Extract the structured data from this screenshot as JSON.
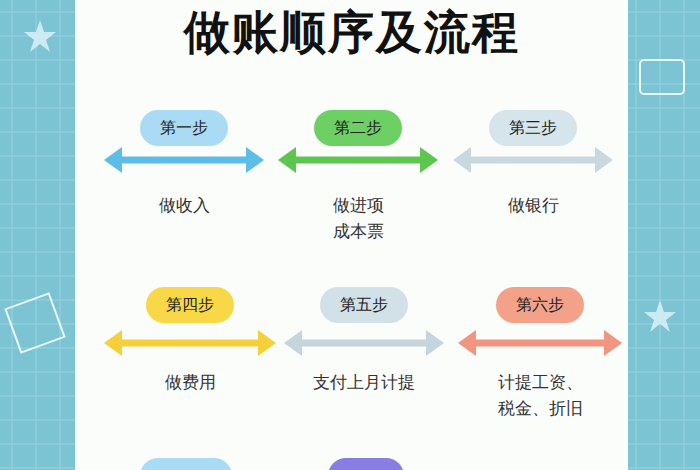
{
  "diagram": {
    "title": "做账顺序及流程",
    "nodes": [
      {
        "text": [
          "第一步",
          "做收入"
        ]
      },
      {
        "text": [
          "第二步",
          "做进项 成本票"
        ]
      },
      {
        "text": [
          "第三步",
          "做银行"
        ]
      },
      {
        "text": [
          "第四步",
          "做费用"
        ]
      },
      {
        "text": [
          "第五步",
          "支付上月计提"
        ]
      },
      {
        "text": [
          "第六步",
          "计提工资、 税金、折旧"
        ]
      }
    ]
  }
}
